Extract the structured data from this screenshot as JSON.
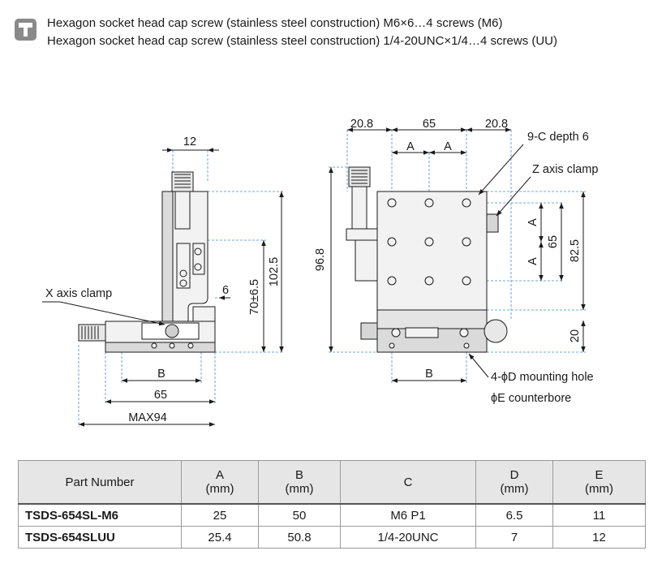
{
  "header": {
    "icon": "screw-info-icon",
    "line1": "Hexagon socket head cap screw (stainless steel construction) M6×6…4 screws (M6)",
    "line2": "Hexagon socket head cap screw (stainless steel construction) 1/4-20UNC×1/4…4 screws (UU)"
  },
  "side_view": {
    "dim_top": "12",
    "dim_102": "102.5",
    "dim_70": "70±6.5",
    "dim_6": "6",
    "label_x_clamp": "X axis clamp",
    "dim_b": "B",
    "dim_65": "65",
    "dim_max": "MAX94"
  },
  "front_view": {
    "dim_left": "20.8",
    "dim_mid": "65",
    "dim_right": "20.8",
    "dim_a1": "A",
    "dim_a2": "A",
    "label_9c": "9-C depth 6",
    "label_z_clamp": "Z axis clamp",
    "dim_96": "96.8",
    "dim_a_v1": "A",
    "dim_a_v2": "A",
    "dim_65v": "65",
    "dim_82": "82.5",
    "dim_20": "20",
    "dim_b": "B",
    "label_mount": "4-ϕD mounting hole",
    "label_cbore": "ϕE counterbore"
  },
  "table": {
    "headers": [
      {
        "l1": "Part Number",
        "l2": ""
      },
      {
        "l1": "A",
        "l2": "(mm)"
      },
      {
        "l1": "B",
        "l2": "(mm)"
      },
      {
        "l1": "C",
        "l2": ""
      },
      {
        "l1": "D",
        "l2": "(mm)"
      },
      {
        "l1": "E",
        "l2": "(mm)"
      }
    ],
    "rows": [
      {
        "part": "TSDS-654SL-M6",
        "a": "25",
        "b": "50",
        "c": "M6 P1",
        "d": "6.5",
        "e": "11"
      },
      {
        "part": "TSDS-654SLUU",
        "a": "25.4",
        "b": "50.8",
        "c": "1/4-20UNC",
        "d": "7",
        "e": "12"
      }
    ]
  }
}
